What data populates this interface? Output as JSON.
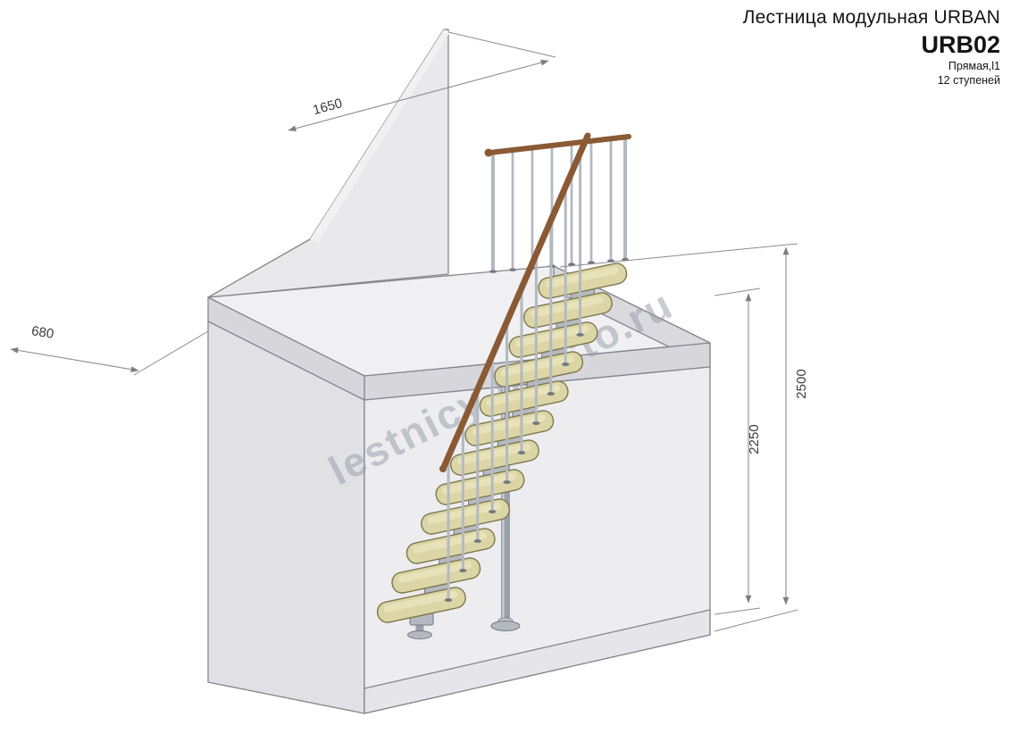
{
  "header": {
    "title": "Лестница модульная URBAN",
    "model": "URB02",
    "type_line": "Прямая,l1",
    "steps_line": "12 ступеней"
  },
  "watermark": {
    "text": "lestnicy-prosto.ru"
  },
  "dimensions": {
    "platform_length": "1650",
    "platform_depth": "680",
    "total_height": "2500",
    "clear_height": "2250"
  },
  "drawing": {
    "step_count": 12,
    "colors": {
      "wall_light": "#e9e9ec",
      "wall_mid": "#e1e1e5",
      "wall_dark": "#d6d6db",
      "edge": "#85858d",
      "tread_fill": "#dcd6a6",
      "tread_edge": "#7e774f",
      "metal": "#b4b9c0",
      "metal_dark": "#747a83",
      "handrail": "#8a5a35",
      "dim": "#8a8a92",
      "watermark": "#959ba6"
    }
  }
}
